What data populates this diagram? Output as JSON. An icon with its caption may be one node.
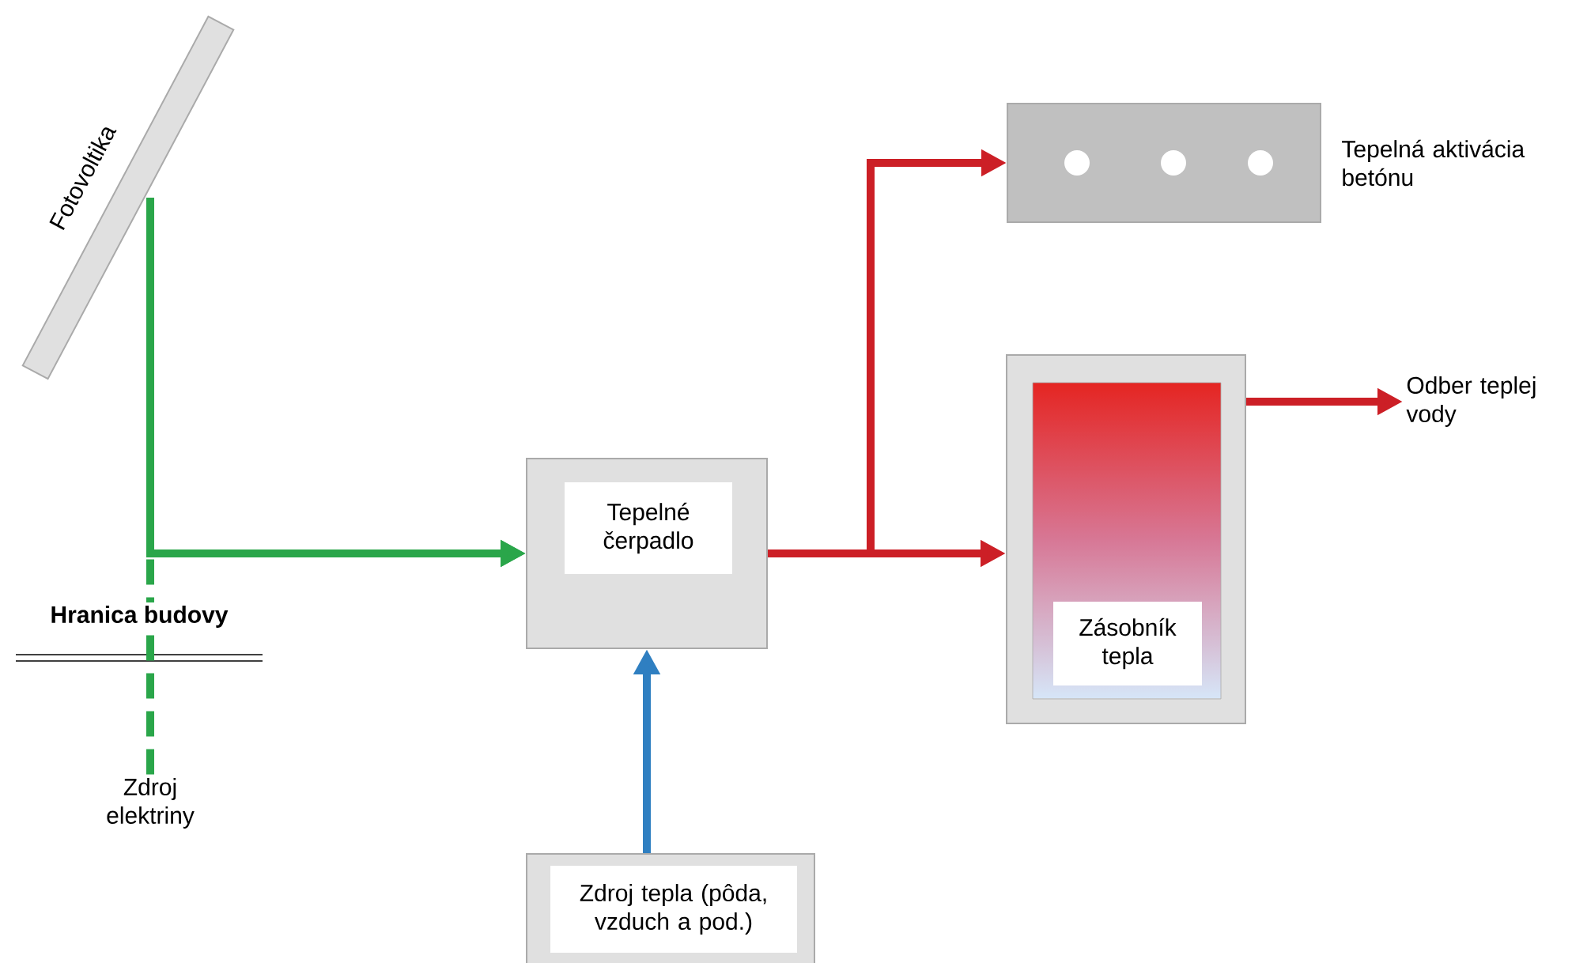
{
  "diagram": {
    "nodes": [
      {
        "text": [
          "Fotovoltika"
        ]
      },
      {
        "text": [
          "Zdroj elektriny"
        ]
      },
      {
        "text": [
          "Tepelné čerpadlo"
        ]
      },
      {
        "text": [
          "Zdroj tepla (pôda, vzduch a pod.)"
        ]
      },
      {
        "text": [
          "Tepelná aktivácia betónu"
        ]
      },
      {
        "text": [
          "Zásobník tepla"
        ]
      },
      {
        "text": [
          "Odber teplej vody"
        ]
      }
    ],
    "edges": [
      {
        "from": 1,
        "to": 2,
        "arrow": "to",
        "style": "dashed",
        "color": "#2aa64a"
      },
      {
        "from": 0,
        "to": 2,
        "arrow": "to",
        "color": "#2aa64a"
      },
      {
        "from": 3,
        "to": 2,
        "arrow": "to",
        "color": "#2f7fc1"
      },
      {
        "from": 2,
        "to": 4,
        "arrow": "to"
      },
      {
        "from": 2,
        "to": 5,
        "arrow": "to"
      },
      {
        "from": 5,
        "to": 6,
        "arrow": "to"
      }
    ],
    "labels": [
      "Hranica budovy"
    ]
  }
}
